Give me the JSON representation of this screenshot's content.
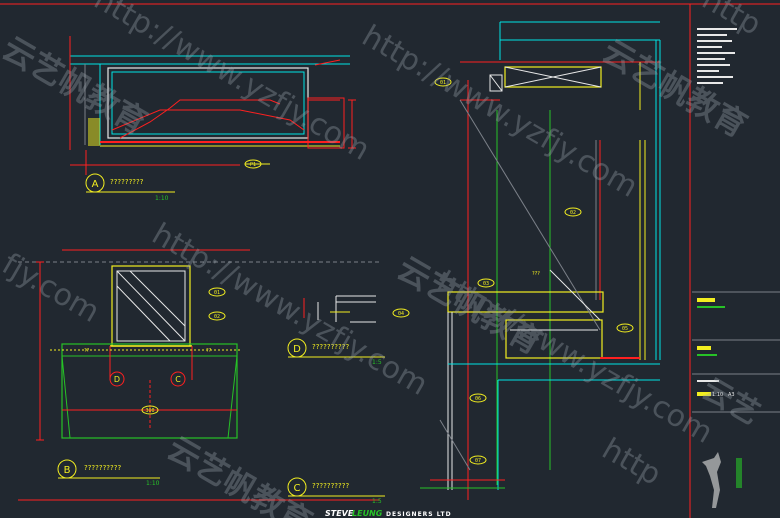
{
  "details": {
    "a": {
      "marker": "A",
      "title": "?????????",
      "scale": "1:10"
    },
    "b": {
      "marker": "B",
      "title": "??????????",
      "scale": "1:10"
    },
    "c": {
      "marker": "C",
      "title": "??????????",
      "scale": "1:5"
    },
    "d": {
      "marker": "D",
      "title": "??????????",
      "scale": "1:5"
    }
  },
  "callouts": {
    "c": "C",
    "d": "D",
    "b_dim_1": "??",
    "b_dim_2": "??",
    "b_dim_3": "300",
    "main_dim": "???",
    "tag_01": "01",
    "tag_02": "02",
    "tag_03": "03",
    "tag_b1": "01",
    "tag_b2": "02",
    "tag_r1": "01",
    "tag_r2": "02",
    "tag_r3": "03",
    "tag_r4": "04",
    "tag_r5": "05",
    "tag_r6": "06",
    "tag_r7": "07",
    "tag_a1": "P1"
  },
  "title_block": {
    "company_brand": "STEVE",
    "company_brand_2": "LEUNG",
    "company_suffix": "DESIGNERS LTD",
    "scale_note_1": "1:10",
    "scale_note_2": "A3"
  },
  "watermarks": [
    "http://www.yzfjy.com",
    "http://www.yzfjy.com",
    "http://www.yzfjy.com",
    "http://www.yzfjy.com",
    "云艺帆教育",
    "云艺帆教育",
    "云艺帆教育",
    "云艺帆教育",
    "fjy.com",
    "http",
    "云艺",
    "http"
  ],
  "colors": {
    "background": "#212830",
    "cyan": "#00e5e5",
    "red": "#ff2020",
    "yellow": "#f2ee20",
    "green": "#27c227",
    "white": "#e8e8e8",
    "gray": "#7b8088"
  }
}
